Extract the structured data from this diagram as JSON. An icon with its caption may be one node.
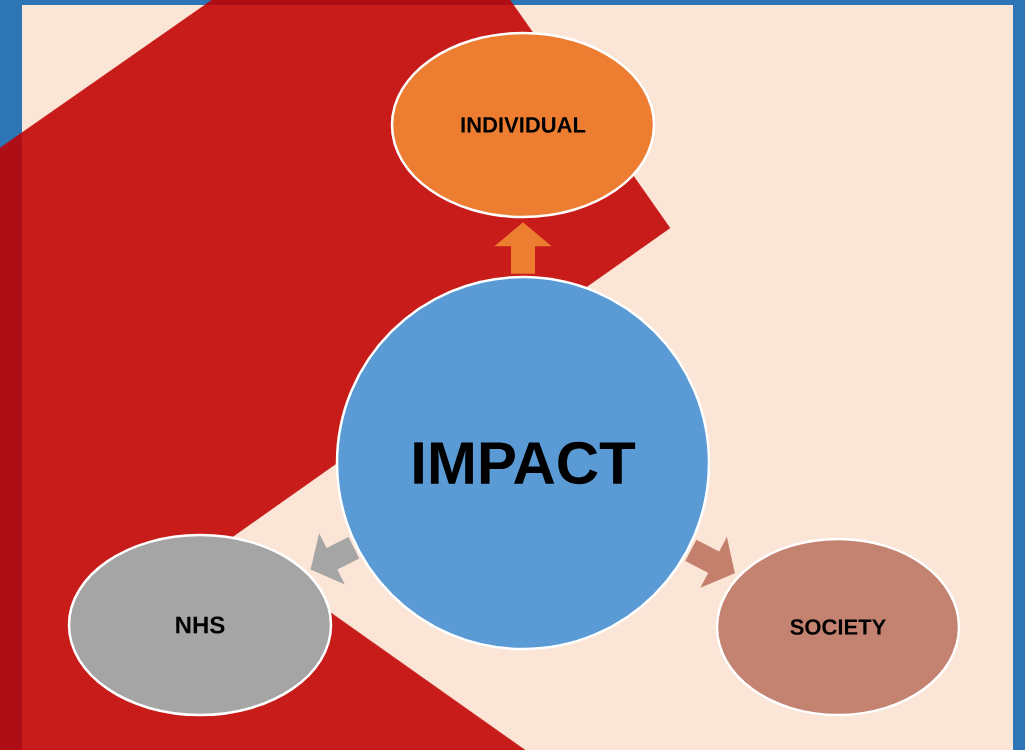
{
  "diagram": {
    "nodes": [
      {
        "text": [
          "IMPACT"
        ]
      },
      {
        "text": [
          "INDIVIDUAL"
        ]
      },
      {
        "text": [
          "NHS"
        ]
      },
      {
        "text": [
          "SOCIETY"
        ]
      }
    ],
    "edges": [
      {
        "from": 0,
        "to": 1,
        "arrow": "to",
        "color": "#ed7d31"
      },
      {
        "from": 0,
        "to": 2,
        "arrow": "to",
        "color": "#a5a5a5"
      },
      {
        "from": 0,
        "to": 3,
        "arrow": "to",
        "color": "#c5806d"
      }
    ]
  }
}
